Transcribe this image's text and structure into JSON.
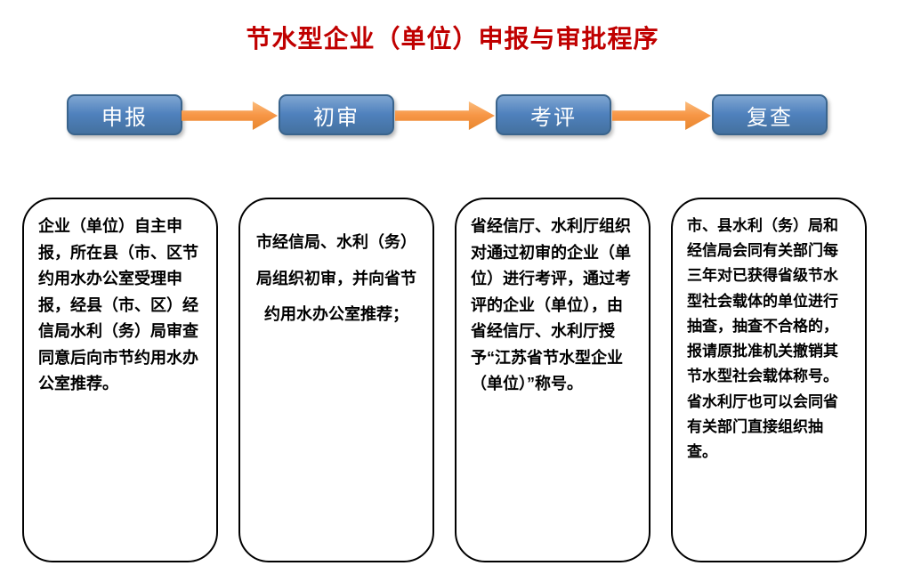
{
  "title": "节水型企业（单位）申报与审批程序",
  "steps": [
    {
      "label": "申报",
      "description": "企业（单位）自主申报，所在县（市、区节约用水办公室受理申报，经县（市、区）经信局水利（务）局审查同意后向市节约用水办公室推荐。"
    },
    {
      "label": "初审",
      "description": "市经信局、水利（务）局组织初审，并向省节约用水办公室推荐；"
    },
    {
      "label": "考评",
      "description": "省经信厅、水利厅组织对通过初审的企业（单位）进行考评，通过考评的企业（单位），由省经信厅、水利厅授予“江苏省节水型企业（单位）”称号。"
    },
    {
      "label": "复查",
      "description": "市、县水利（务）局和经信局会同有关部门每三年对已获得省级节水型社会载体的单位进行抽查，抽查不合格的，报请原批准机关撤销其节水型社会载体称号。省水利厅也可以会同省有关部门直接组织抽查。"
    }
  ],
  "colors": {
    "title_red": "#c00000",
    "step_fill_blue": "#4f81bd",
    "step_border_blue": "#3a648c",
    "arrow_orange": "#f79646",
    "desc_border": "#000000",
    "background": "#ffffff"
  }
}
